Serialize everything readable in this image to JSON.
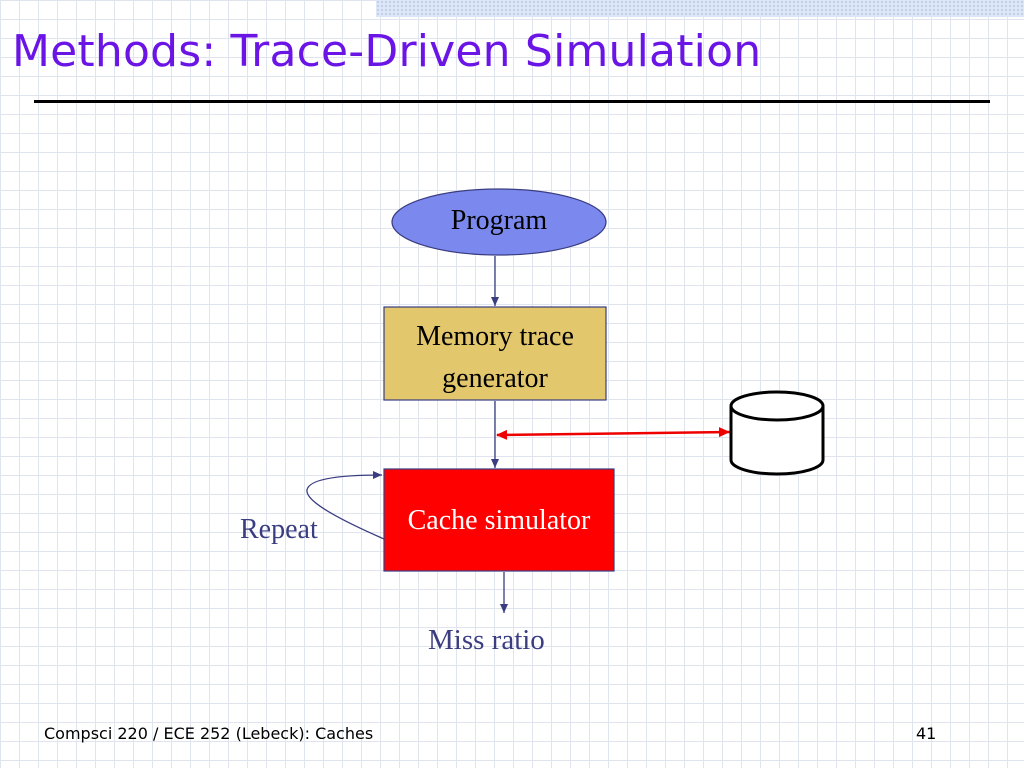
{
  "slide": {
    "title": "Methods: Trace-Driven Simulation",
    "footer": "Compsci 220 / ECE 252 (Lebeck): Caches",
    "page_number": "41"
  },
  "diagram": {
    "program": "Program",
    "memory_trace_generator": [
      "Memory trace",
      "generator"
    ],
    "cache_simulator": "Cache simulator",
    "repeat": "Repeat",
    "miss_ratio": "Miss ratio"
  },
  "colors": {
    "title": "#6a14e6",
    "program_fill": "#7b89ef",
    "memory_trace_fill": "#e3c76d",
    "cache_simulator_fill": "#ff0000",
    "arrow_red": "#ee0000",
    "arrow_navy": "#3a3d80",
    "label_navy": "#3a3d80"
  }
}
